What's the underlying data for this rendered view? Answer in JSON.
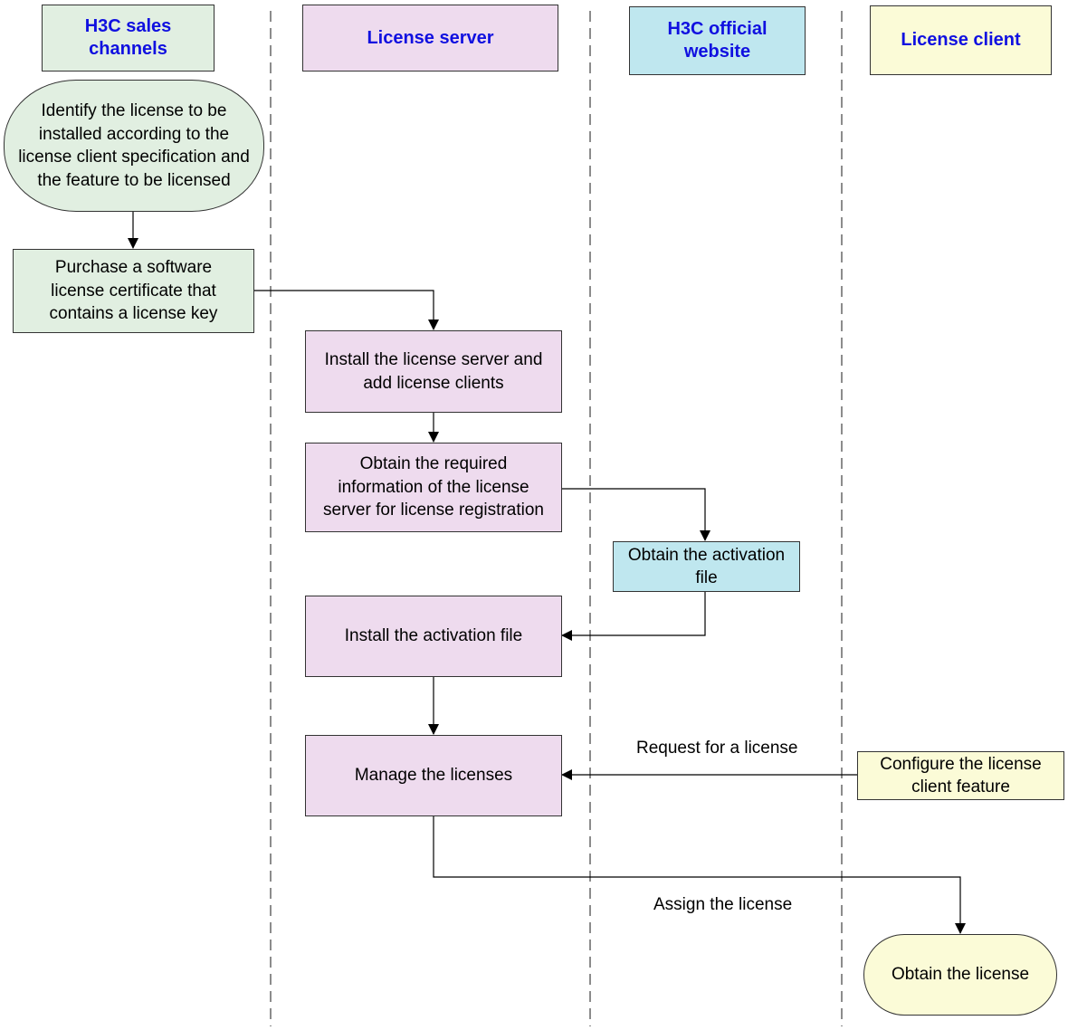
{
  "lanes": {
    "sales": "H3C sales channels",
    "server": "License server",
    "website": "H3C official website",
    "client": "License client"
  },
  "steps": {
    "identify": "Identify the license to be installed according to the license client specification and the feature to be licensed",
    "purchase": "Purchase a software license certificate that contains a license key",
    "install_server": "Install the license server and add license clients",
    "obtain_info": "Obtain the required information of the license server for license registration",
    "obtain_activation": "Obtain the activation file",
    "install_activation": "Install the activation file",
    "manage": "Manage the licenses",
    "configure": "Configure the license client feature",
    "obtain_license": "Obtain the license"
  },
  "edge_labels": {
    "request": "Request for a license",
    "assign": "Assign the license"
  },
  "colors": {
    "sales": "#e1efe1",
    "server": "#eedbee",
    "website": "#bfe7ef",
    "client": "#fbfbd7",
    "lane_title_text": "#1010e0"
  }
}
